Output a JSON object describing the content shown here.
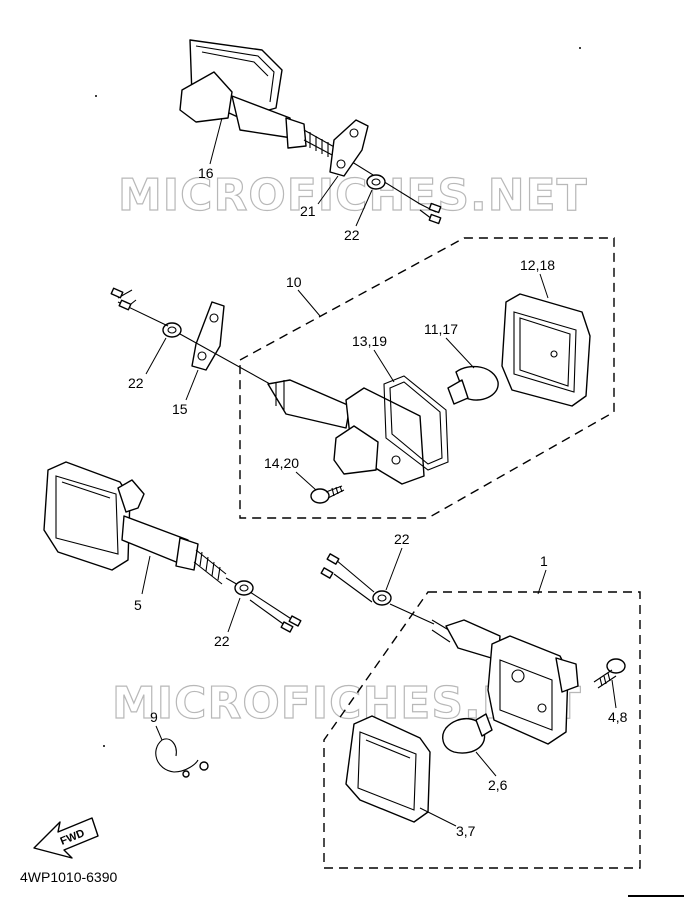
{
  "watermarks": [
    "MICROFICHES.NET",
    "MICROFICHES.NET"
  ],
  "callouts": {
    "c16": "16",
    "c21": "21",
    "c22a": "22",
    "c10": "10",
    "c1218": "12,18",
    "c1117": "11,17",
    "c1319": "13,19",
    "c22b": "22",
    "c15": "15",
    "c1420": "14,20",
    "c5": "5",
    "c22c": "22",
    "c22d": "22",
    "c1": "1",
    "c48": "4,8",
    "c9": "9",
    "c26": "2,6",
    "c37": "3,7"
  },
  "fwd_label": "FWD",
  "reference_code": "4WP1010-6390"
}
